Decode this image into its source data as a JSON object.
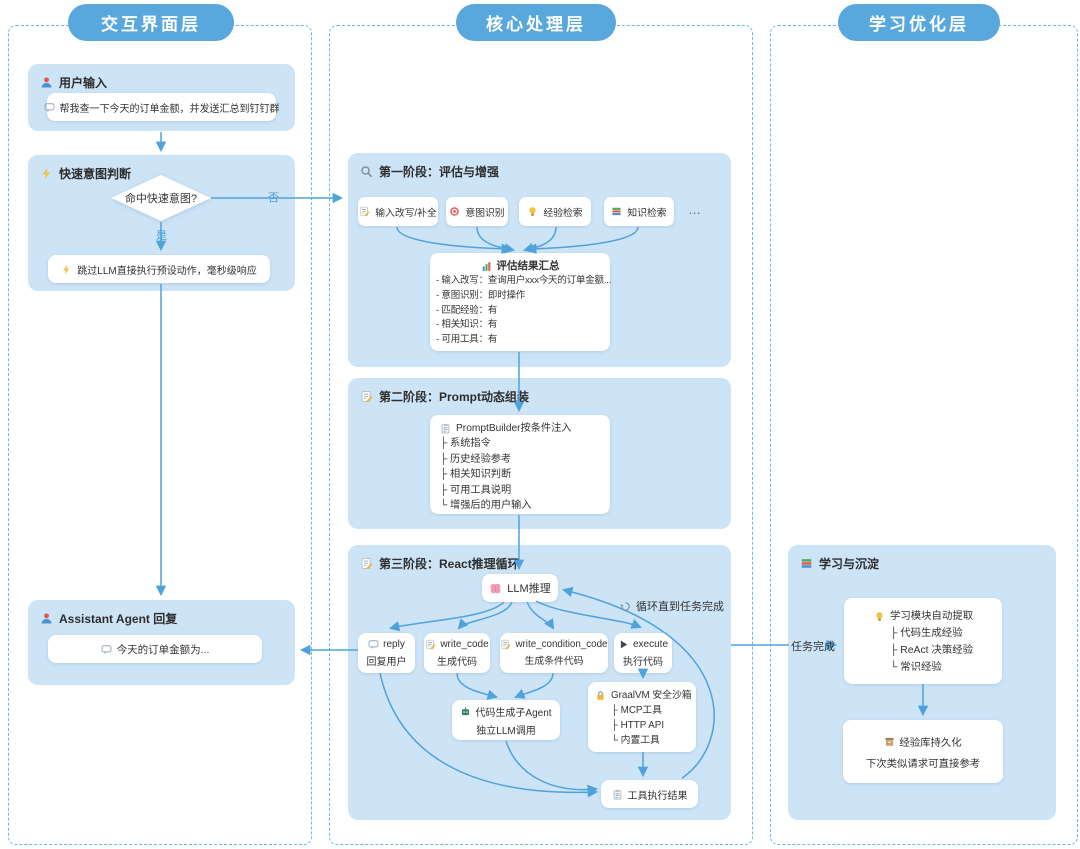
{
  "layers": {
    "interaction": "交互界面层",
    "core": "核心处理层",
    "learning": "学习优化层"
  },
  "interaction": {
    "user_input": {
      "title": "用户输入",
      "message": "帮我查一下今天的订单金额，并发送汇总到钉钉群"
    },
    "quick_intent": {
      "title": "快速意图判断",
      "question": "命中快速意图?",
      "no": "否",
      "yes": "是",
      "skip": "跳过LLM直接执行预设动作，毫秒级响应"
    },
    "assistant": {
      "title": "Assistant Agent 回复",
      "message": "今天的订单金额为..."
    }
  },
  "core": {
    "stage1": {
      "title": "第一阶段：评估与增强",
      "chips": [
        "输入改写/补全",
        "意图识别",
        "经验检索",
        "知识检索"
      ],
      "more": "…",
      "summary": {
        "title": "评估结果汇总",
        "lines": [
          "- 输入改写：查询用户xxx今天的订单金额...",
          "- 意图识别：即时操作",
          "- 匹配经验：有",
          "- 相关知识：有",
          "- 可用工具：有"
        ]
      }
    },
    "stage2": {
      "title": "第二阶段：Prompt动态组装",
      "builder": {
        "title": "PromptBuilder按条件注入",
        "lines": [
          "├ 系统指令",
          "├ 历史经验参考",
          "├ 相关知识判断",
          "├ 可用工具说明",
          "└ 增强后的用户输入"
        ]
      }
    },
    "stage3": {
      "title": "第三阶段：React推理循环",
      "llm": "LLM推理",
      "loop": "循环直到任务完成",
      "tools": [
        {
          "name": "reply",
          "desc": "回复用户"
        },
        {
          "name": "write_code",
          "desc": "生成代码"
        },
        {
          "name": "write_condition_code",
          "desc": "生成条件代码"
        },
        {
          "name": "execute",
          "desc": "执行代码"
        }
      ],
      "subagent": {
        "line1": "代码生成子Agent",
        "line2": "独立LLM调用"
      },
      "sandbox": {
        "title": "GraalVM 安全沙箱",
        "lines": [
          "├ MCP工具",
          "├ HTTP API",
          "└ 内置工具"
        ]
      },
      "tool_result": "工具执行结果"
    },
    "task_done": "任务完成"
  },
  "learning": {
    "section_title": "学习与沉淀",
    "extract": {
      "title": "学习模块自动提取",
      "lines": [
        "├ 代码生成经验",
        "├ ReAct 决策经验",
        "└ 常识经验"
      ]
    },
    "persist": {
      "line1": "经验库持久化",
      "line2": "下次类似请求可直接参考"
    }
  }
}
